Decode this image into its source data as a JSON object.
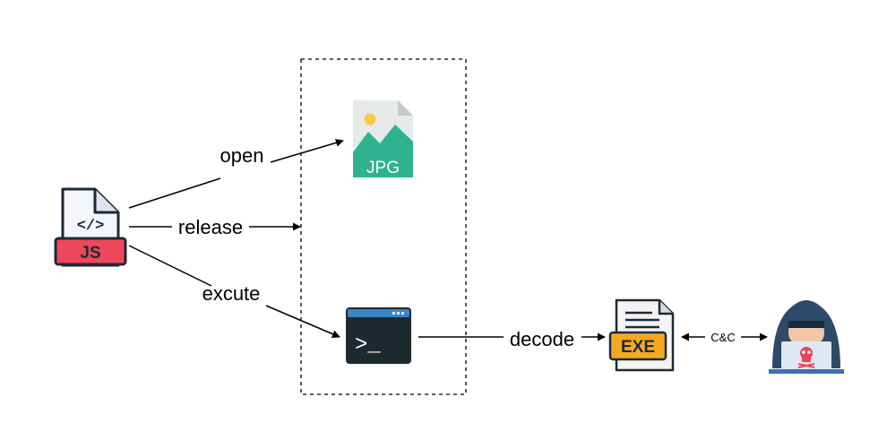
{
  "nodes": {
    "js_file": {
      "label": "JS",
      "code_glyph": "</>"
    },
    "jpg_file": {
      "label": "JPG"
    },
    "terminal": {
      "prompt": ">_"
    },
    "exe_file": {
      "label": "EXE"
    },
    "attacker": {
      "icon": "hacker-icon"
    }
  },
  "edges": {
    "open": "open",
    "release": "release",
    "execute": "excute",
    "decode": "decode",
    "cnc": "C&C"
  },
  "colors": {
    "js_red": "#f0475a",
    "jpg_green": "#2fb38f",
    "terminal_dark": "#1f2930",
    "terminal_bar": "#3a86c8",
    "exe_orange": "#f7a823",
    "hacker_navy": "#2e4a68",
    "skull_red": "#e8445a"
  }
}
